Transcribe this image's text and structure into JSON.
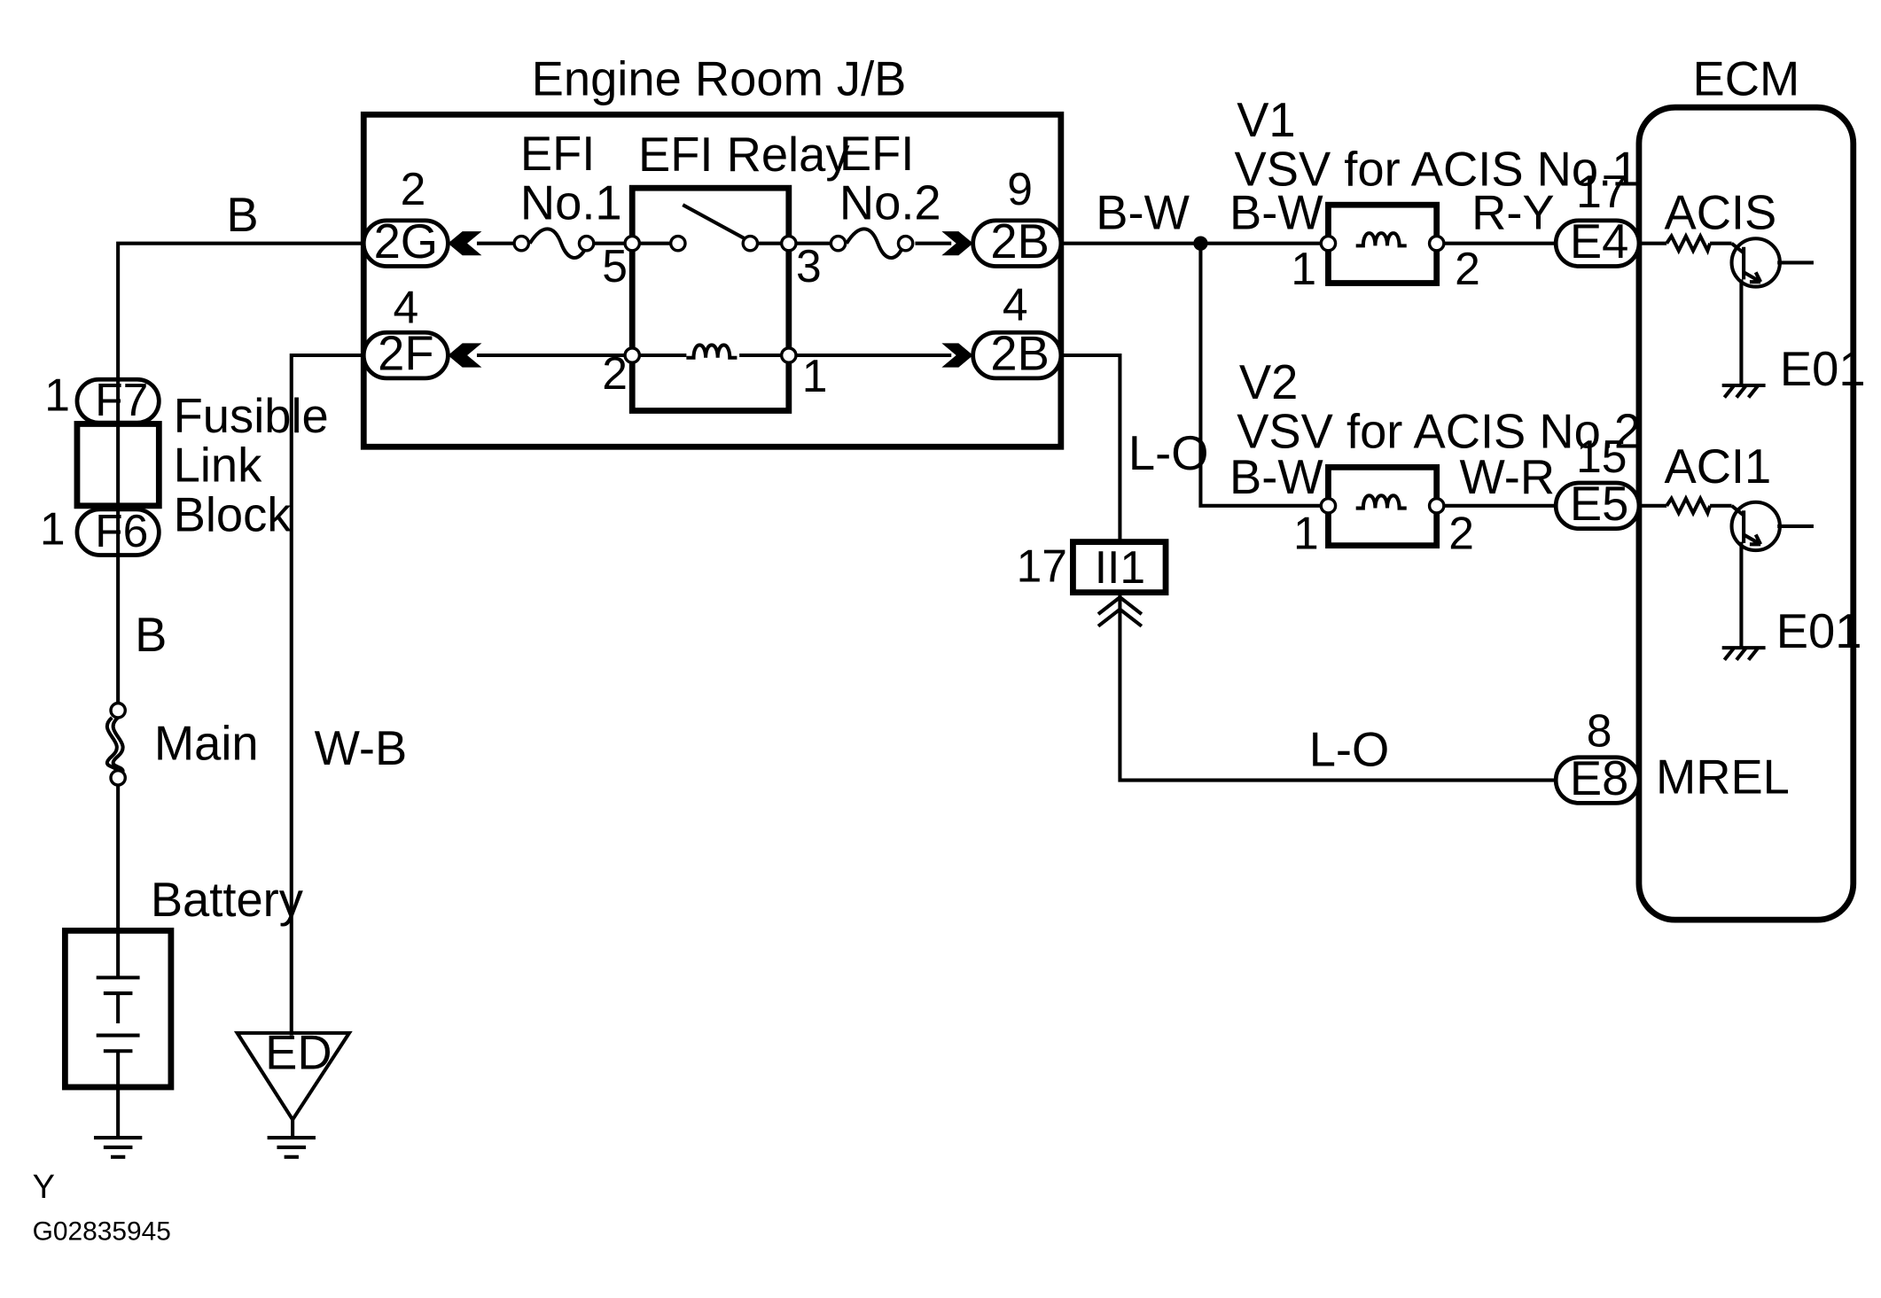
{
  "labels": {
    "engine_room_jb": "Engine Room J/B",
    "ecm": "ECM",
    "efi_no1_a": "EFI",
    "efi_no1_b": "No.1",
    "efi_relay": "EFI Relay",
    "efi_no2_a": "EFI",
    "efi_no2_b": "No.2",
    "v1": "V1",
    "v1_name": "VSV for ACIS No.1",
    "v2": "V2",
    "v2_name": "VSV for ACIS No.2",
    "fusible_1": "Fusible",
    "fusible_2": "Link",
    "fusible_3": "Block",
    "main": "Main",
    "battery": "Battery",
    "acis": "ACIS",
    "aci1": "ACI1",
    "e01_top": "E01",
    "e01_bottom": "E01",
    "mrel": "MREL",
    "corner_y": "Y",
    "figure_id": "G02835945"
  },
  "wires": {
    "b_top": "B",
    "b_mid": "B",
    "wb": "W-B",
    "bw_main": "B-W",
    "bw_v1": "B-W",
    "ry": "R-Y",
    "bw_v2": "B-W",
    "wr": "W-R",
    "lo_upper": "L-O",
    "lo_lower": "L-O"
  },
  "connectors": {
    "f7": "F7",
    "f6": "F6",
    "c2g": "2G",
    "c2f": "2F",
    "c2b_top": "2B",
    "c2b_bottom": "2B",
    "e4": "E4",
    "e5": "E5",
    "e8": "E8",
    "ii1": "II1",
    "ed": "ED"
  },
  "pins": {
    "f7": "1",
    "f6": "1",
    "c2g": "2",
    "c2f": "4",
    "c2b_top": "9",
    "c2b_bottom": "4",
    "relay_5": "5",
    "relay_3": "3",
    "relay_2": "2",
    "relay_1": "1",
    "v1_1": "1",
    "v1_2": "2",
    "v2_1": "1",
    "v2_2": "2",
    "e4": "17",
    "e5": "15",
    "e8": "8",
    "ii1": "17"
  }
}
